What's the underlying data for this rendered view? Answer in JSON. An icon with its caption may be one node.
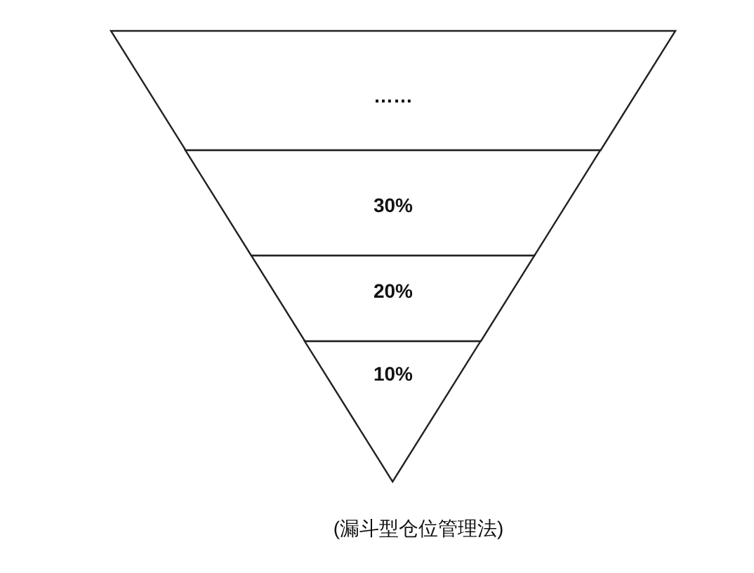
{
  "diagram": {
    "caption": "(漏斗型仓位管理法)",
    "nodes": [
      {
        "text": [
          "……"
        ]
      },
      {
        "text": [
          "30%"
        ]
      },
      {
        "text": [
          "20%"
        ]
      },
      {
        "text": [
          "10%"
        ]
      }
    ]
  }
}
